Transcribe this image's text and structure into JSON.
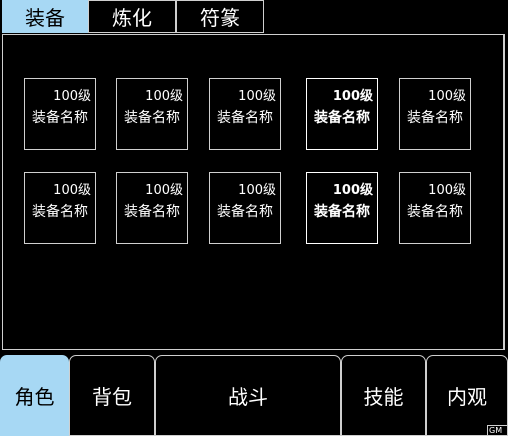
{
  "top_tabs": [
    {
      "label": "装备",
      "active": true
    },
    {
      "label": "炼化",
      "active": false
    },
    {
      "label": "符篆",
      "active": false
    }
  ],
  "equipment": {
    "rows": [
      [
        {
          "level": "100级",
          "name": "装备名称",
          "bold": false
        },
        {
          "level": "100级",
          "name": "装备名称",
          "bold": false
        },
        {
          "level": "100级",
          "name": "装备名称",
          "bold": false
        },
        {
          "level": "100级",
          "name": "装备名称",
          "bold": true
        },
        {
          "level": "100级",
          "name": "装备名称",
          "bold": false
        }
      ],
      [
        {
          "level": "100级",
          "name": "装备名称",
          "bold": false
        },
        {
          "level": "100级",
          "name": "装备名称",
          "bold": false
        },
        {
          "level": "100级",
          "name": "装备名称",
          "bold": false
        },
        {
          "level": "100级",
          "name": "装备名称",
          "bold": true
        },
        {
          "level": "100级",
          "name": "装备名称",
          "bold": false
        }
      ]
    ]
  },
  "bottom_nav": [
    {
      "label": "角色",
      "active": true
    },
    {
      "label": "背包",
      "active": false
    },
    {
      "label": "战斗",
      "active": false
    },
    {
      "label": "技能",
      "active": false
    },
    {
      "label": "内观",
      "active": false
    }
  ],
  "corner_badge": "GM",
  "colors": {
    "accent": "#a7d8f4",
    "background": "#000000",
    "border": "#cfcfcf"
  }
}
